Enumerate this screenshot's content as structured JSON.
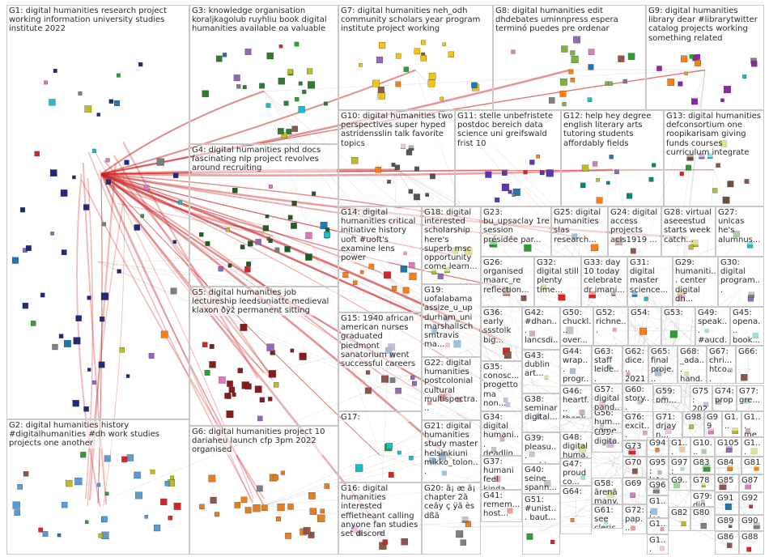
{
  "title": "",
  "edge_colors": {
    "main": "#cc2222",
    "light": "#999999"
  },
  "group_colors": {
    "G1": "#1f2a7a",
    "G2": "#5b9bd5",
    "G3": "#2e7d32",
    "G4": "#1b5e20",
    "G5": "#8b1a1a",
    "G6": "#e67e22",
    "G7": "#f1c40f",
    "G8": "#7cb342",
    "G9": "#8e24aa",
    "G10": "#555555",
    "G11": "#5e35b1",
    "G12": "#00897b",
    "G13": "#6d4c41"
  },
  "groups": [
    {
      "id": "G1",
      "label": "G1: digital humanities research project working information university studies institute 2022"
    },
    {
      "id": "G2",
      "label": "G2: digital humanities history #digitalhumanities #dh work studies projects one another"
    },
    {
      "id": "G3",
      "label": "G3: knowledge organisation koraljkagolub ruyhliu book digital humanities available oa valuable"
    },
    {
      "id": "G4",
      "label": "G4: digital humanities phd docs fascinating nlp project revolves around recruiting"
    },
    {
      "id": "G5",
      "label": "G5: digital humanities job lectureship leedsuniattc medieval klaxon ðÿž permanent sitting"
    },
    {
      "id": "G6",
      "label": "G6: digital humanities project 10 dariaheu launch cfp 3pm 2022 organised"
    },
    {
      "id": "G7",
      "label": "G7: digital humanities neh_odh community scholars year program institute project working"
    },
    {
      "id": "G8",
      "label": "G8: digital humanities edit dhdebates uminnpress espera terminó puedes pre ordenar"
    },
    {
      "id": "G9",
      "label": "G9: digital humanities library dear #librarytwitter catalog projects working something related"
    },
    {
      "id": "G10",
      "label": "G10: digital humanities two perspectives super hyped astridensslin talk favorite topics"
    },
    {
      "id": "G11",
      "label": "G11: stelle unbefristete postdoc bereich data science uni greifswald frist 10"
    },
    {
      "id": "G12",
      "label": "G12: help hey degree english literary arts tutoring students affordably fields"
    },
    {
      "id": "G13",
      "label": "G13: digital humanities defconsortium one roopikarisam giving funds courses curriculum integrate"
    },
    {
      "id": "G14",
      "label": "G14: digital humanities critical initiative history uoft #uoft's examine lens power"
    },
    {
      "id": "G15",
      "label": "G15: 1940 african american nurses graduated piedmont sanatorium went successful careers"
    },
    {
      "id": "G16",
      "label": "G16: digital humanities interested effietheant calling anyone fan studies set discord"
    },
    {
      "id": "G17",
      "label": "G17:"
    },
    {
      "id": "G18",
      "label": "G18: digital interested scholarship here's superb msc opportunity come learn..."
    },
    {
      "id": "G19",
      "label": "G19: uofalabama assize_u_up durham_uni marshallsch smtravis ma..."
    },
    {
      "id": "G20",
      "label": "G20: ã¡ æ ã¡ chapter 2ã ceãy ç ÿã ès dßã"
    },
    {
      "id": "G21",
      "label": "G21: digital humanities study master helsinkiuni mikko_tolon..."
    },
    {
      "id": "G22",
      "label": "G22: digital humanities postcolonial cultural multispectra..."
    },
    {
      "id": "G23",
      "label": "G23: bu_upsaclay 1re session présidée par..."
    },
    {
      "id": "G24",
      "label": "G24: digital access projects acls1919 ..."
    },
    {
      "id": "G25",
      "label": "G25: digital humanities slas research..."
    },
    {
      "id": "G26",
      "label": "G26: organised maarc_re reflection..."
    },
    {
      "id": "G27",
      "label": "G27: unlcas he's alumnus..."
    },
    {
      "id": "G28",
      "label": "G28: virtual aseeestud starts week catch..."
    },
    {
      "id": "G29",
      "label": "G29: humaniti... center digital dh..."
    },
    {
      "id": "G30",
      "label": "G30: digital program..."
    },
    {
      "id": "G31",
      "label": "G31: digital master science..."
    },
    {
      "id": "G32",
      "label": "G32: digital still plenty time..."
    },
    {
      "id": "G33",
      "label": "G33: day 10 today celebrate dr imani..."
    },
    {
      "id": "G34",
      "label": "G34: digital humani... deadlin..."
    },
    {
      "id": "G35",
      "label": "G35: conosc... progetto ma non..."
    },
    {
      "id": "G36",
      "label": "G36: early ssstolk big..."
    },
    {
      "id": "G37",
      "label": "G37: humani feel kinda..."
    },
    {
      "id": "G38",
      "label": "G38: seminar digital..."
    },
    {
      "id": "G39",
      "label": "G39: pleasu... workin..."
    },
    {
      "id": "G40",
      "label": "G40: seine spann..."
    },
    {
      "id": "G41",
      "label": "G41: remem... host..."
    },
    {
      "id": "G42",
      "label": "G42: #dhan... lancsdi..."
    },
    {
      "id": "G43",
      "label": "G43: dublin art..."
    },
    {
      "id": "G44",
      "label": "G44: wrap... progr..."
    },
    {
      "id": "G45",
      "label": "G45: opena... book..."
    },
    {
      "id": "G46",
      "label": "G46: heartf... thank..."
    },
    {
      "id": "G47",
      "label": "G47: proud co..."
    },
    {
      "id": "G48",
      "label": "G48: digital huma..."
    },
    {
      "id": "G49",
      "label": "G49: speak... #aucd..."
    },
    {
      "id": "G50",
      "label": "G50: chuckl... over..."
    },
    {
      "id": "G51",
      "label": "G51: #unist... baut..."
    },
    {
      "id": "G52",
      "label": "G52: richne..."
    },
    {
      "id": "G53",
      "label": "G53:"
    },
    {
      "id": "G54",
      "label": "G54:"
    },
    {
      "id": "G55",
      "label": "G55: digita..."
    },
    {
      "id": "G56",
      "label": "G56: hum... come..."
    },
    {
      "id": "G57",
      "label": "G57: digital pand..."
    },
    {
      "id": "G58",
      "label": "G58: ãrenã many..."
    },
    {
      "id": "G59",
      "label": "G59: pm..."
    },
    {
      "id": "G60",
      "label": "G60: story..."
    },
    {
      "id": "G61",
      "label": "G61: see cleric..."
    },
    {
      "id": "G62",
      "label": "G62: dice... 2021..."
    },
    {
      "id": "G63",
      "label": "G63: staff leide..."
    },
    {
      "id": "G64",
      "label": "G64:"
    },
    {
      "id": "G65",
      "label": "G65: final proje..."
    },
    {
      "id": "G66",
      "label": "G66:"
    },
    {
      "id": "G67",
      "label": "G67: chri... htco..."
    },
    {
      "id": "G68",
      "label": "G68: _ada... hand..."
    },
    {
      "id": "G69",
      "label": "G69"
    },
    {
      "id": "G70",
      "label": "G70"
    },
    {
      "id": "G71",
      "label": "G71: drjayn..."
    },
    {
      "id": "G72",
      "label": "G72: pap..."
    },
    {
      "id": "G73",
      "label": "G73"
    },
    {
      "id": "G74",
      "label": "G74: prop..."
    },
    {
      "id": "G75",
      "label": "G75: 202..."
    },
    {
      "id": "G76",
      "label": "G76: excit..."
    },
    {
      "id": "G77",
      "label": "G77: gre..."
    },
    {
      "id": "G78",
      "label": "G78"
    },
    {
      "id": "G79",
      "label": "G79: dig..."
    },
    {
      "id": "G80",
      "label": "G80"
    },
    {
      "id": "G81",
      "label": "G81"
    },
    {
      "id": "G82",
      "label": "G82"
    },
    {
      "id": "G83",
      "label": "G83"
    },
    {
      "id": "G84",
      "label": "G84"
    },
    {
      "id": "G85",
      "label": "G85"
    },
    {
      "id": "G86",
      "label": "G86"
    },
    {
      "id": "G87",
      "label": "G87"
    },
    {
      "id": "G88",
      "label": "G88"
    },
    {
      "id": "G89",
      "label": "G89"
    },
    {
      "id": "G90",
      "label": "G90"
    },
    {
      "id": "G91",
      "label": "G91"
    },
    {
      "id": "G92",
      "label": "G92"
    },
    {
      "id": "G93",
      "label": "G9..."
    },
    {
      "id": "G94",
      "label": "G94"
    },
    {
      "id": "G95",
      "label": "G95: late..."
    },
    {
      "id": "G96",
      "label": "G96"
    },
    {
      "id": "G97",
      "label": "G97: bla..."
    },
    {
      "id": "G98",
      "label": "G98"
    },
    {
      "id": "G99",
      "label": "G99"
    },
    {
      "id": "G100",
      "label": "G10..."
    },
    {
      "id": "G101",
      "label": "G1... les..."
    },
    {
      "id": "G102",
      "label": "G1... gue..."
    },
    {
      "id": "G103",
      "label": "G1... frid..."
    },
    {
      "id": "G104",
      "label": "G1..."
    },
    {
      "id": "G105",
      "label": "G105"
    },
    {
      "id": "G106",
      "label": "G1... me..."
    },
    {
      "id": "G107",
      "label": "G1..."
    },
    {
      "id": "G108",
      "label": "G1..."
    }
  ]
}
